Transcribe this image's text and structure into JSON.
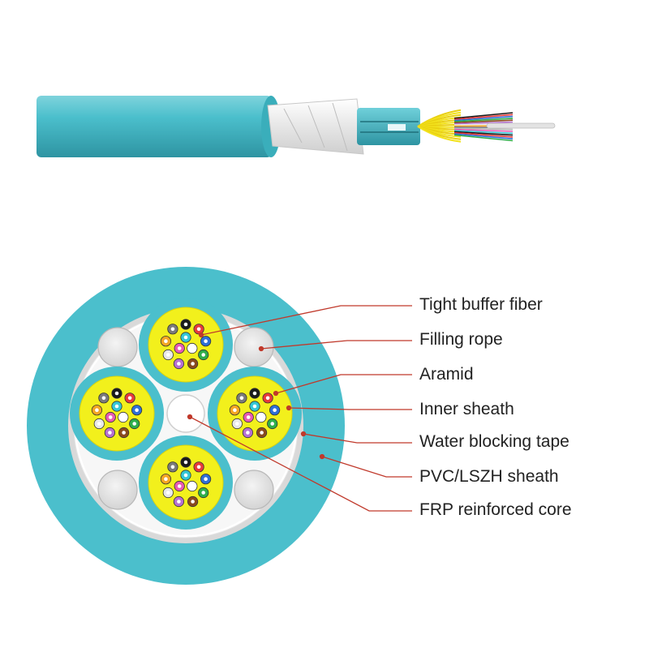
{
  "labels": {
    "tight_buffer_fiber": "Tight buffer fiber",
    "filling_rope": "Filling rope",
    "aramid": "Aramid",
    "inner_sheath": "Inner sheath",
    "water_blocking_tape": "Water blocking tape",
    "pvc_lszh_sheath": "PVC/LSZH sheath",
    "frp_reinforced_core": "FRP reinforced core"
  },
  "colors": {
    "outer_sheath": "#4bbfcc",
    "outer_sheath_dark": "#2f9fae",
    "tape": "#d9d9d9",
    "unit_sheath": "#4bbfcc",
    "aramid": "#f2f01c",
    "leader_line": "#c0392b",
    "fiber_colors": [
      "#1a1a1a",
      "#e83a3a",
      "#2f6fd6",
      "#2fae4a",
      "#8a4a1e",
      "#b56fd1",
      "#e8e8e8",
      "#f5a623",
      "#7a7a7a",
      "#ffffff",
      "#e85ab3",
      "#35c7d6"
    ]
  }
}
